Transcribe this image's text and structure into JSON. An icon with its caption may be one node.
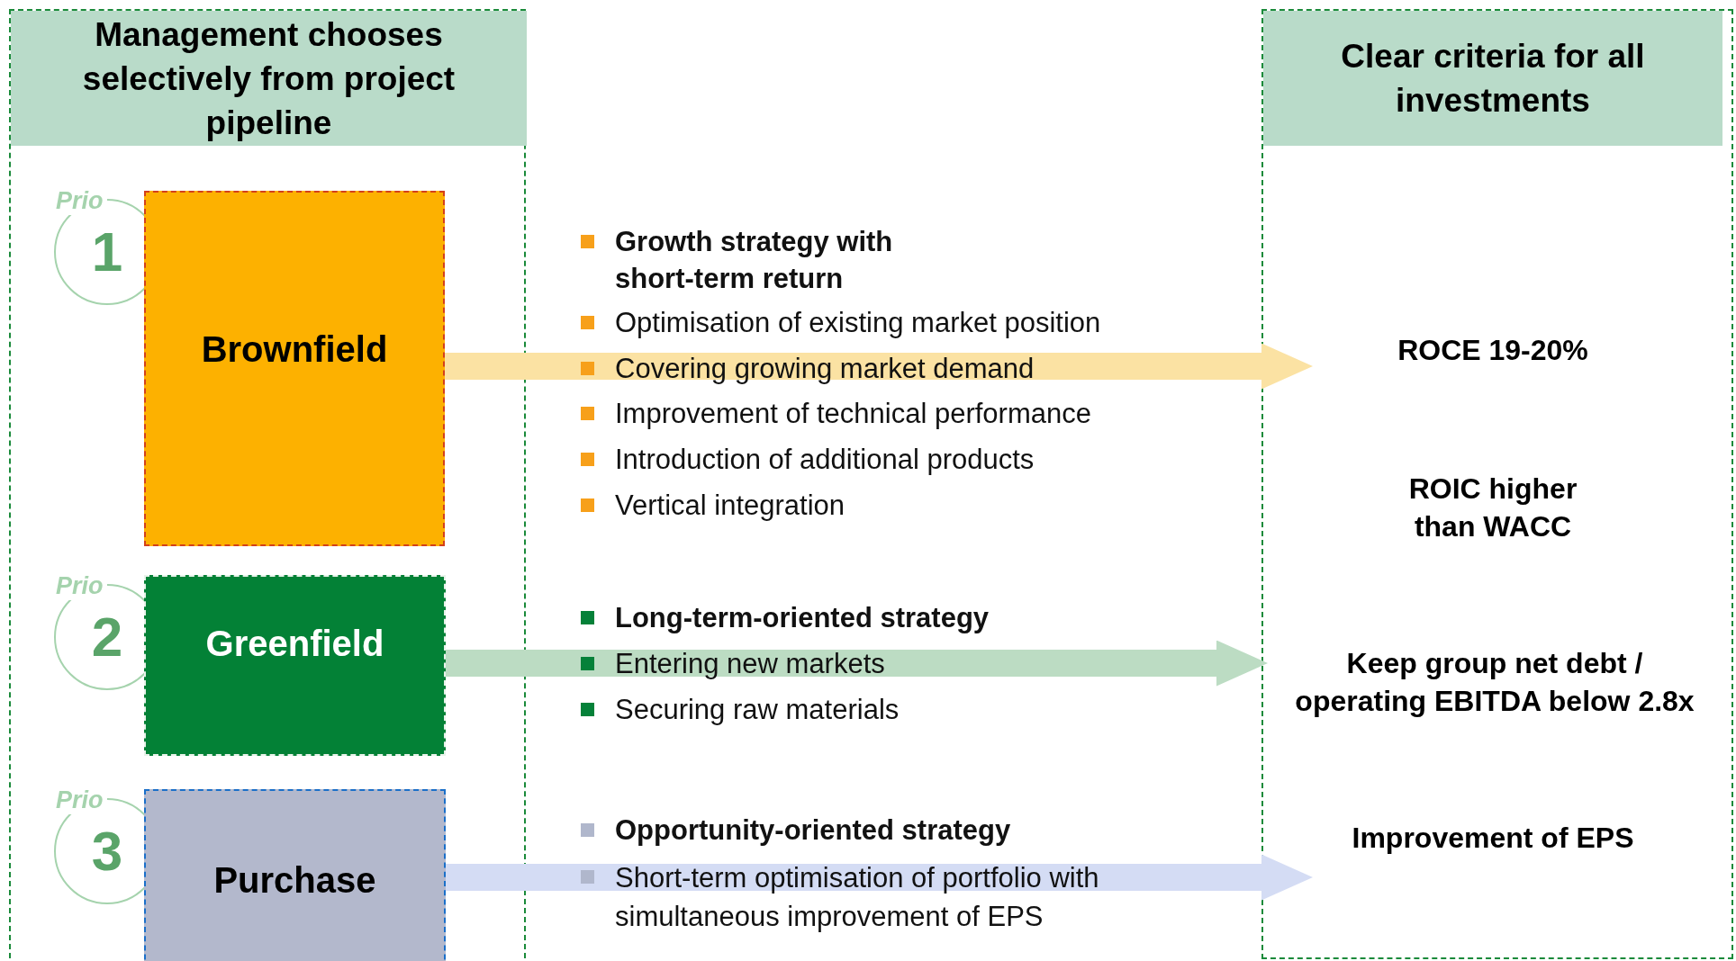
{
  "diagram": {
    "nodes": [
      {
        "text": [
          "Management chooses selectively from project pipeline"
        ]
      },
      {
        "text": [
          "Prio",
          "1"
        ],
        "in": 0
      },
      {
        "text": [
          "Brownfield"
        ],
        "in": 0
      },
      {
        "text": [
          "Prio",
          "2"
        ],
        "in": 0
      },
      {
        "text": [
          "Greenfield"
        ],
        "in": 0
      },
      {
        "text": [
          "Prio",
          "3"
        ],
        "in": 0
      },
      {
        "text": [
          "Purchase"
        ],
        "in": 0
      },
      {
        "text": [
          "Clear criteria for all investments"
        ]
      },
      {
        "text": [
          "ROCE 19-20%"
        ],
        "in": 7
      },
      {
        "text": [
          "ROIC higher than WACC"
        ],
        "in": 7
      },
      {
        "text": [
          "Keep group net debt / operating EBITDA below 2.8x"
        ],
        "in": 7
      },
      {
        "text": [
          "Improvement of EPS"
        ],
        "in": 7
      }
    ],
    "edges": [
      {
        "from": 2,
        "to": 8,
        "arrow": "to",
        "color": "#fbe2a3"
      },
      {
        "from": 4,
        "to": 10,
        "arrow": "to",
        "color": "#bcdcc3"
      },
      {
        "from": 6,
        "to": 11,
        "arrow": "to",
        "color": "#d4dcf4"
      }
    ],
    "labels": [
      "Growth strategy with short-term return",
      "Optimisation of existing market position",
      "Covering growing market demand",
      "Improvement of technical performance",
      "Introduction of additional products",
      "Vertical integration",
      "Long-term-oriented strategy",
      "Entering new markets",
      "Securing raw materials",
      "Opportunity-oriented strategy",
      "Short-term optimisation of portfolio with simultaneous improvement of EPS"
    ]
  }
}
